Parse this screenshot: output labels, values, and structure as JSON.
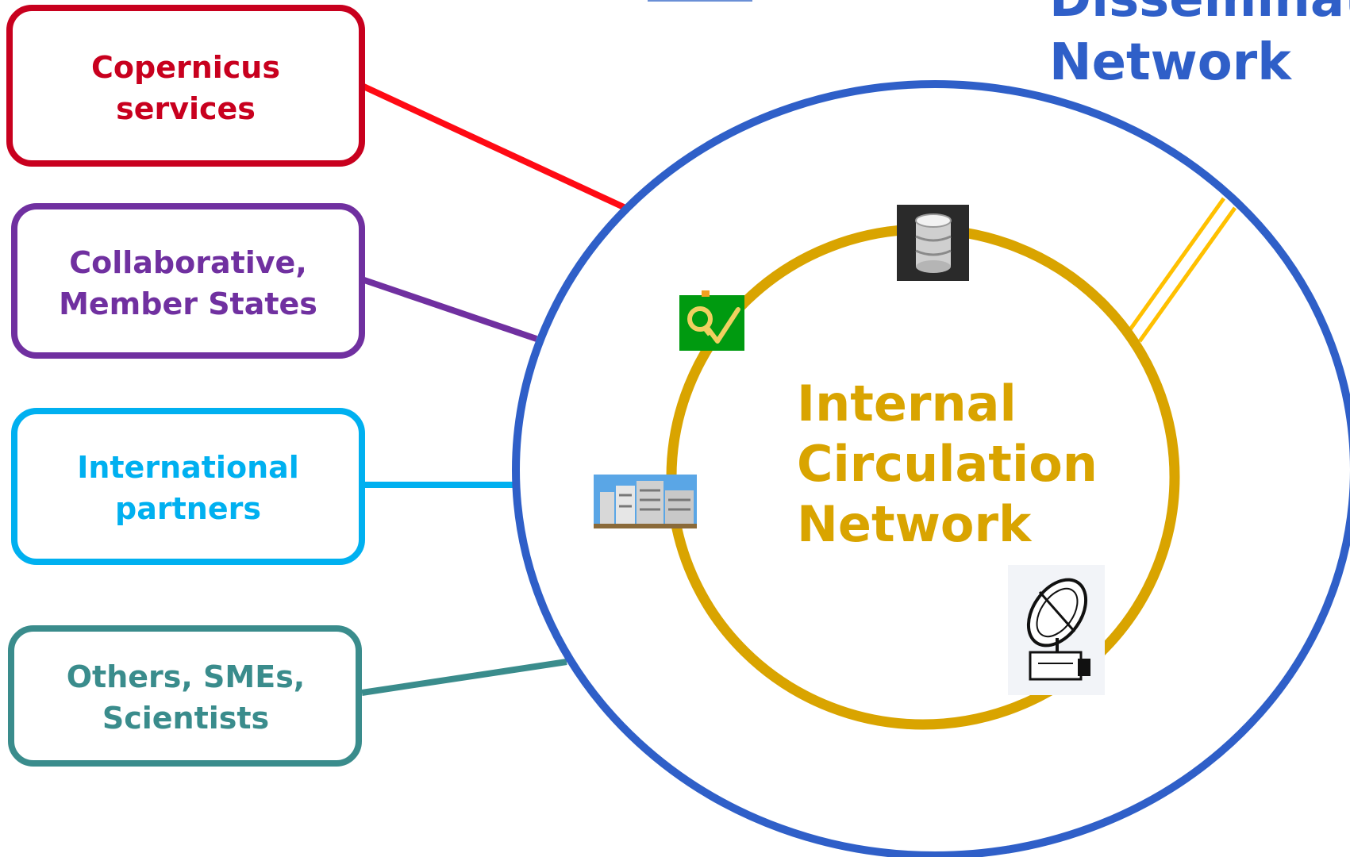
{
  "colors": {
    "outer_ring": "#2f5fc8",
    "inner_ring": "#d9a400",
    "copernicus": "#c8001e",
    "collaborative": "#7030a0",
    "international": "#00b0f0",
    "others": "#3a8c8c",
    "dissemination_link": "#ffc000",
    "title_blue": "#2f5fc8",
    "title_gold": "#d9a400"
  },
  "outer_network": {
    "title_line1": "Disseminati",
    "title_line2": "Network"
  },
  "inner_network": {
    "line1": "Internal",
    "line2": "Circulation",
    "line3": "Network"
  },
  "boxes": {
    "copernicus": {
      "line1": "Copernicus",
      "line2": "services"
    },
    "collaborative": {
      "line1": "Collaborative,",
      "line2": "Member States"
    },
    "international": {
      "line1": "International",
      "line2": "partners"
    },
    "others": {
      "line1": "Others, SMEs,",
      "line2": "Scientists"
    }
  },
  "icons": {
    "database": "database-icon",
    "quality_check": "quality-check-icon",
    "building": "building-icon",
    "satellite_dish": "satellite-dish-icon"
  }
}
